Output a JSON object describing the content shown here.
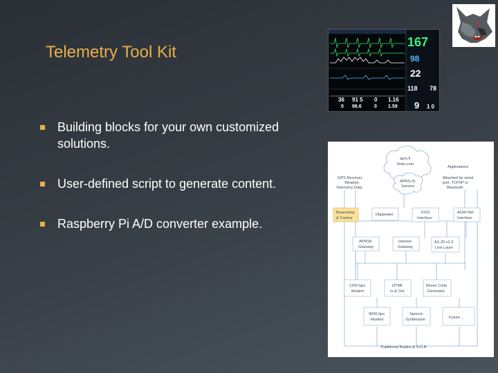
{
  "slide": {
    "title": "Telemetry Tool Kit",
    "bullets": [
      "Building blocks for your own customized solutions.",
      "User-defined script to generate content.",
      "Raspberry Pi  A/D converter example."
    ],
    "accent_color": "#e8b04a"
  },
  "monitor": {
    "readouts": {
      "hr": "167",
      "spo2": "98",
      "resp": "22",
      "bp": "118",
      "bp2": "78",
      "left_a1": "36",
      "left_a2": "91 5",
      "left_a3": "0",
      "left_a4": "1.16",
      "left_b1": "0",
      "left_b2": "96.6",
      "left_b3": "0",
      "left_b4": "1.59",
      "bottom": "9",
      "bottom2": "1 0"
    }
  },
  "diagram": {
    "cloud_label_1": "aprs.fi",
    "cloud_label_2": "findu.com",
    "applications": "Applications",
    "gps_line1": "GPS Receiver,",
    "gps_line2": "Weather,",
    "gps_line3": "Telemetry Data",
    "servers_line1": "APRS-IS",
    "servers_line2": "Servers",
    "attached_line1": "Attached by serial",
    "attached_line2": "port, TCP/IP or",
    "attached_line3": "Bluetooth",
    "beacon_line1": "Beaconing",
    "beacon_line2": "& Tracker",
    "digipeater": "Digipeater",
    "kiss_line1": "KISS",
    "kiss_line2": "Interface",
    "agw_line1": "AGW Net",
    "agw_line2": "Interface",
    "aprsis_line1": "APRStt",
    "aprsis_line2": "Gateway",
    "inet_line1": "Internet",
    "inet_line2": "Gateway",
    "ax25_line1": "AX.25 v2.2",
    "ax25_line2": "Link Layer",
    "m1200_line1": "1200 bps",
    "m1200_line2": "Modem",
    "dtmf_line1": "DTMF",
    "dtmf_line2": "In & Out",
    "morse_line1": "Morse Code",
    "morse_line2": "Generator",
    "m9600_line1": "9600 bps",
    "m9600_line2": "Modem",
    "speech_line1": "Speech",
    "speech_line2": "Synthesizer",
    "future": "Future ...",
    "footer": "Traditional Radios & S.D.R.",
    "highlight_color": "#fbe29a",
    "line_color": "#8fb4d4"
  }
}
